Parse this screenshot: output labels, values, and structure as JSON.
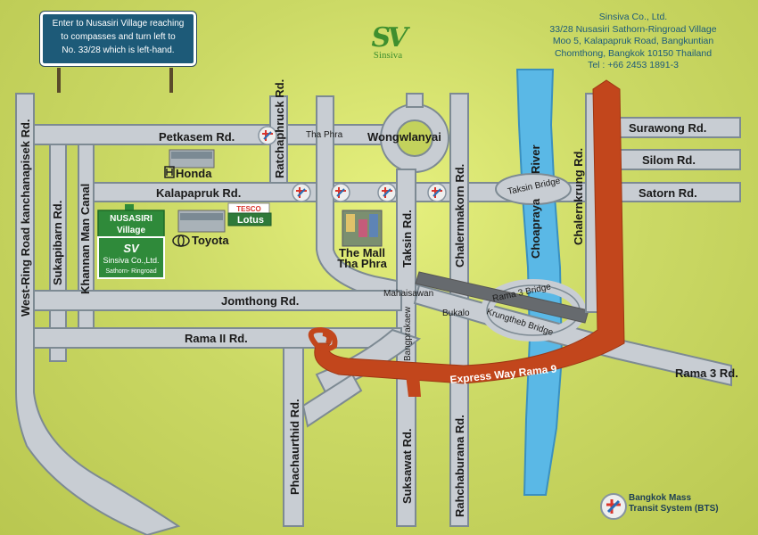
{
  "sign": {
    "line1": "Enter to Nusasiri Village reaching",
    "line2": "to compasses and turn left to",
    "line3": "No. 33/28 which is left-hand."
  },
  "logo": {
    "mark": "SV",
    "name": "Sinsiva"
  },
  "company": {
    "name": "Sinsiva Co., Ltd.",
    "address1": "33/28 Nusasiri Sathorn-Ringroad Village",
    "address2": "Moo 5, Kalapapruk Road, Bangkuntian",
    "address3": "Chomthong, Bangkok 10150 Thailand",
    "tel": "Tel  :  +66 2453 1891-3"
  },
  "roads": {
    "petkasem": "Petkasem Rd.",
    "tha_phra": "Tha Phra",
    "wongwian": "Wongwlanyai",
    "kalapapruk": "Kalapapruk Rd.",
    "ratchaphruck": "Ratchaphruck Rd.",
    "taksin": "Taksin Rd.",
    "chalernnakorn": "Chalernnakorn Rd.",
    "jomthong": "Jomthong Rd.",
    "rama2": "Rama II Rd.",
    "west_ring": "West-Ring Road kanchanapisek Rd.",
    "sukapibarn": "Sukapibarn Rd.",
    "khannan": "Khannan Man Canal",
    "phachaurthid": "Phachaurthid Rd.",
    "suksawat": "Suksawat Rd.",
    "rahchaburana": "Rahchaburana Rd.",
    "bangpakaew": "Bangprakaew",
    "mahaisawan": "Mahaisawan",
    "bukalo": "Bukalo",
    "surawong": "Surawong Rd.",
    "silom": "Silom Rd.",
    "satorn": "Satorn Rd.",
    "chalernkrung": "Chalernkrung Rd.",
    "rama3": "Rama 3 Rd.",
    "taksin_bridge": "Taksin Bridge",
    "rama3_bridge": "Rama 3 Bridge",
    "krungtheb_bridge": "Krungtheb Bridge",
    "river": "River",
    "choapraya": "Choapraya",
    "expressway": "Express Way Rama 9"
  },
  "places": {
    "honda": "Honda",
    "tesco": "TESCO",
    "lotus": "Lotus",
    "toyota": "Toyota",
    "mall_line1": "The Mall",
    "mall_line2": "Tha Phra",
    "nusasiri_line1": "NUSASIRI",
    "nusasiri_line2": "Village",
    "nusasiri_logo": "SV",
    "nusasiri_co": "Sinsiva Co.,Ltd.",
    "nusasiri_sub": "Sathorn- Ringroad"
  },
  "legend": {
    "bts_line1": "Bangkok Mass",
    "bts_line2": "Transit System (BTS)"
  },
  "colors": {
    "background": "#cbd965",
    "road": "#c8cdd3",
    "expressway": "#c2461c",
    "river": "#5ab8e6",
    "sign": "#1d5a78",
    "company_text": "#1b5a7a",
    "nusasiri_green": "#2f8a3a"
  }
}
